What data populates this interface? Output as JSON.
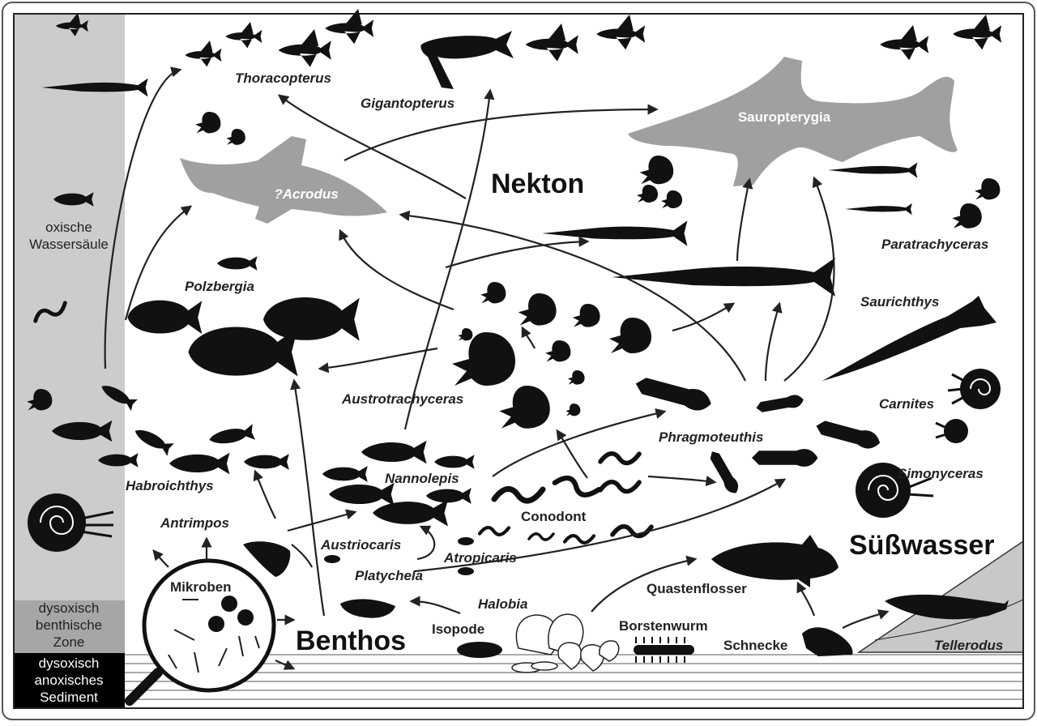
{
  "colors": {
    "frame": "#222222",
    "water_column": "#cccccc",
    "dysoxic_zone": "#a6a6a6",
    "sediment": "#000000",
    "grey_taxa": "#a0a0a0",
    "silhouette": "#111111"
  },
  "zones": {
    "oxic": [
      "oxische",
      "Wassersäule"
    ],
    "dysoxic": [
      "dysoxisch",
      "benthische",
      "Zone"
    ],
    "anoxic": [
      "dysoxisch",
      "anoxisches",
      "Sediment"
    ]
  },
  "headings": {
    "nekton": "Nekton",
    "benthos": "Benthos",
    "freshwater": "Süßwasser"
  },
  "taxa": {
    "thoracopterus": "Thoracopterus",
    "gigantopterus": "Gigantopterus",
    "sauropterygia": "Sauropterygia",
    "acrodus": "?Acrodus",
    "paratrachyceras": "Paratrachyceras",
    "polzbergia": "Polzbergia",
    "saurichthys": "Saurichthys",
    "austrotrachyceras": "Austrotrachyceras",
    "carnites": "Carnites",
    "phragmoteuthis": "Phragmoteuthis",
    "habroichthys": "Habroichthys",
    "nannolepis": "Nannolepis",
    "simonyceras": "Simonyceras",
    "antrimpos": "Antrimpos",
    "conodont": "Conodont",
    "austriocaris": "Austriocaris",
    "atropicaris": "Atropicaris",
    "platychela": "Platychela",
    "mikroben": "Mikroben",
    "quastenflosser": "Quastenflosser",
    "halobia": "Halobia",
    "isopode": "Isopode",
    "borstenwurm": "Borstenwurm",
    "schnecke": "Schnecke",
    "tellerodus": "Tellerodus"
  },
  "icons": [
    "fish-silhouette",
    "ammonite-silhouette",
    "squid-silhouette",
    "shark-silhouette",
    "reptile-silhouette",
    "worm-silhouette",
    "shrimp-silhouette",
    "bivalve-silhouette",
    "snail-silhouette",
    "magnifier-icon"
  ]
}
